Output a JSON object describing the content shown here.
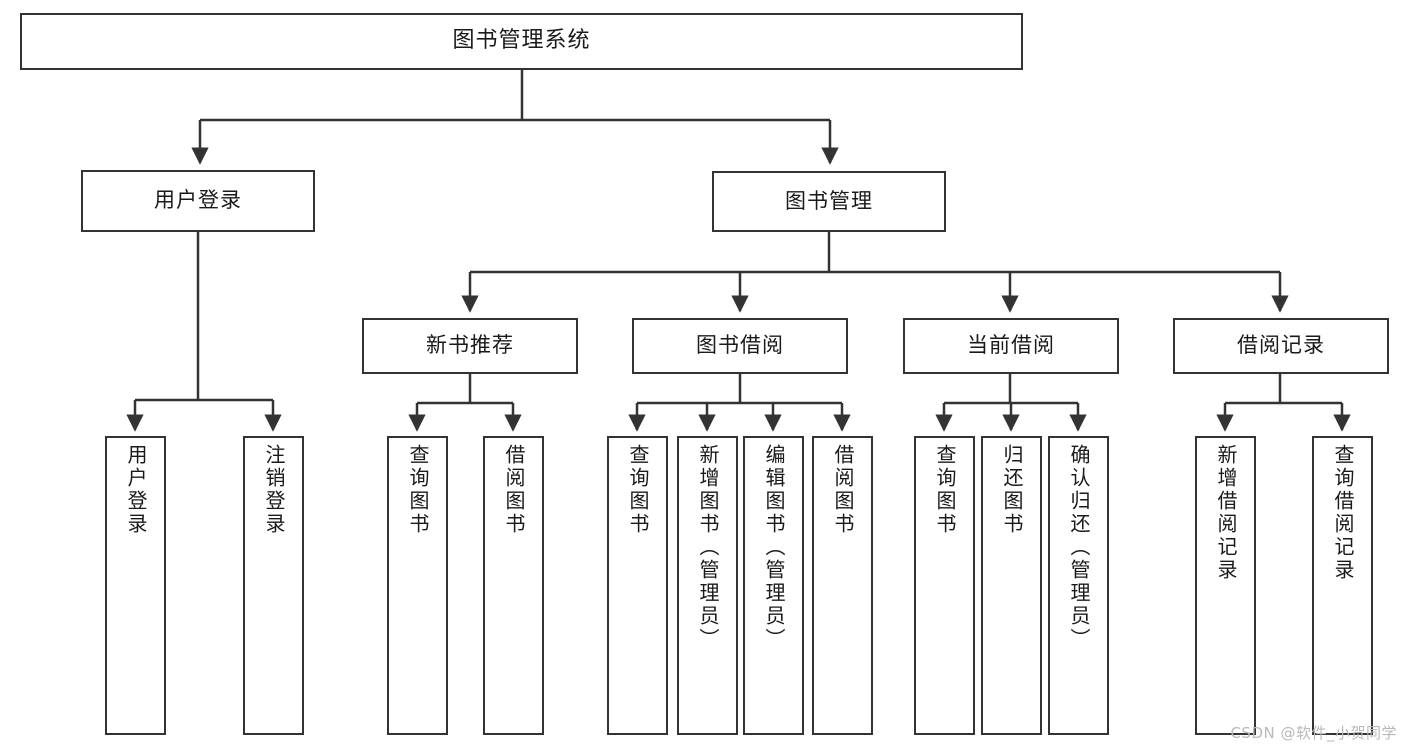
{
  "diagram": {
    "type": "tree-hierarchy",
    "title_node": {
      "label": "图书管理系统"
    },
    "level2": [
      {
        "id": "user-login",
        "label": "用户登录"
      },
      {
        "id": "book-manage",
        "label": "图书管理"
      }
    ],
    "level3": [
      {
        "id": "new-book-recommend",
        "label": "新书推荐"
      },
      {
        "id": "book-borrow",
        "label": "图书借阅"
      },
      {
        "id": "current-borrow",
        "label": "当前借阅"
      },
      {
        "id": "borrow-record",
        "label": "借阅记录"
      }
    ],
    "leaves": {
      "user_login": [
        {
          "id": "leaf-user-login",
          "label": "用户登录"
        },
        {
          "id": "leaf-logout-login",
          "label": "注销登录"
        }
      ],
      "new_book_recommend": [
        {
          "id": "leaf-query-book-1",
          "label": "查询图书"
        },
        {
          "id": "leaf-borrow-book-1",
          "label": "借阅图书"
        }
      ],
      "book_borrow": [
        {
          "id": "leaf-query-book-2",
          "label": "查询图书"
        },
        {
          "id": "leaf-add-book",
          "label": "新增图书（管理员）"
        },
        {
          "id": "leaf-edit-book",
          "label": "编辑图书（管理员）"
        },
        {
          "id": "leaf-borrow-book-2",
          "label": "借阅图书"
        }
      ],
      "current_borrow": [
        {
          "id": "leaf-query-book-3",
          "label": "查询图书"
        },
        {
          "id": "leaf-return-book",
          "label": "归还图书"
        },
        {
          "id": "leaf-confirm-return",
          "label": "确认归还（管理员）"
        }
      ],
      "borrow_record": [
        {
          "id": "leaf-add-record",
          "label": "新增借阅记录"
        },
        {
          "id": "leaf-query-record",
          "label": "查询借阅记录"
        }
      ]
    }
  },
  "watermark": {
    "text": "CSDN @软件_小贺同学"
  },
  "colors": {
    "stroke": "#333333",
    "box_fill": "#ffffff",
    "text": "#1a1a1a",
    "watermark": "#b9b9b9",
    "background": "#ffffff"
  }
}
